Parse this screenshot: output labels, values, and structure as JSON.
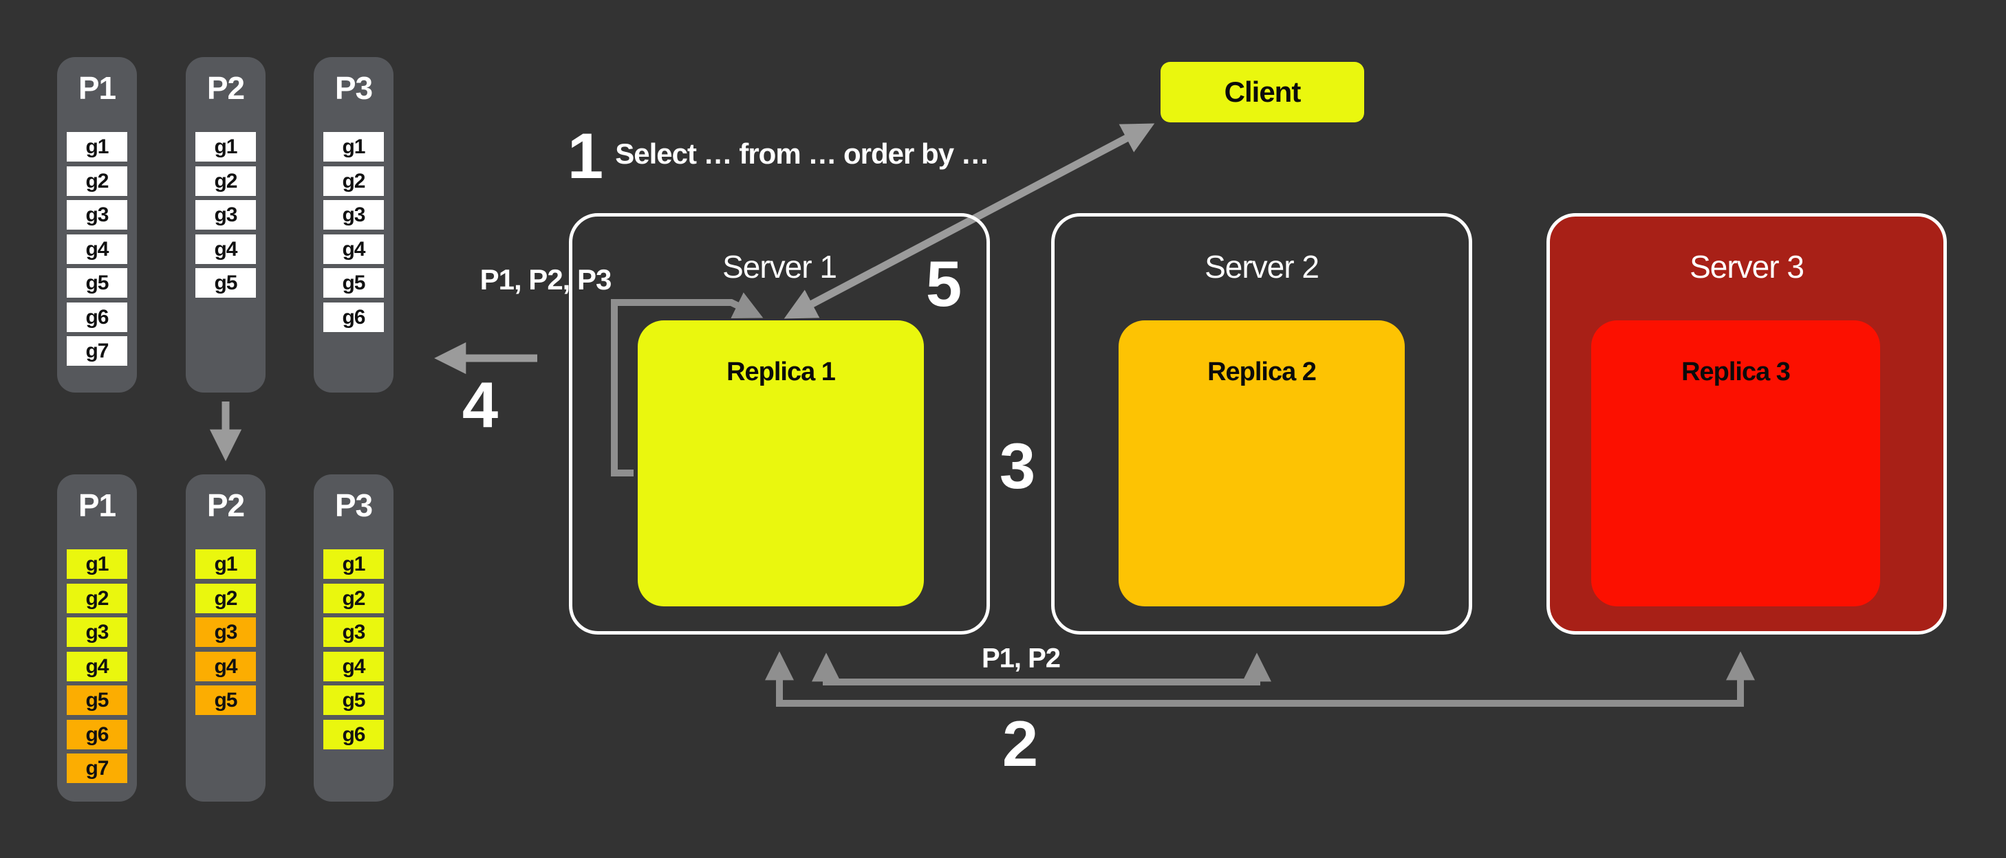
{
  "diagram": {
    "colors": {
      "background": "#333333",
      "panel_gray": "#56585C",
      "yellow": "#EAF70E",
      "orange_amber": "#FDC303",
      "orange_deep": "#FCAD01",
      "dark_red": "#A82017",
      "red": "#FC1000",
      "arrow_light": "#9B9B9B",
      "arrow_mid": "#8F8F8F"
    },
    "client": {
      "label": "Client"
    },
    "steps": {
      "step1": {
        "number": "1",
        "query": "Select … from … order by …"
      },
      "step2": {
        "number": "2",
        "partitions_label": "P1, P2"
      },
      "step3": {
        "number": "3"
      },
      "step4": {
        "number": "4",
        "partitions_label": "P1, P2, P3"
      },
      "step5": {
        "number": "5"
      }
    },
    "servers": [
      {
        "name": "Server 1",
        "replica": "Replica 1"
      },
      {
        "name": "Server 2",
        "replica": "Replica 2"
      },
      {
        "name": "Server 3",
        "replica": "Replica 3"
      }
    ],
    "partition_groups": {
      "before": [
        {
          "name": "P1",
          "groups": [
            "g1",
            "g2",
            "g3",
            "g4",
            "g5",
            "g6",
            "g7"
          ]
        },
        {
          "name": "P2",
          "groups": [
            "g1",
            "g2",
            "g3",
            "g4",
            "g5"
          ]
        },
        {
          "name": "P3",
          "groups": [
            "g1",
            "g2",
            "g3",
            "g4",
            "g5",
            "g6"
          ]
        }
      ],
      "after": [
        {
          "name": "P1",
          "groups": [
            {
              "label": "g1",
              "tone": "yellow"
            },
            {
              "label": "g2",
              "tone": "yellow"
            },
            {
              "label": "g3",
              "tone": "yellow"
            },
            {
              "label": "g4",
              "tone": "yellow"
            },
            {
              "label": "g5",
              "tone": "orange"
            },
            {
              "label": "g6",
              "tone": "orange"
            },
            {
              "label": "g7",
              "tone": "orange"
            }
          ]
        },
        {
          "name": "P2",
          "groups": [
            {
              "label": "g1",
              "tone": "yellow"
            },
            {
              "label": "g2",
              "tone": "yellow"
            },
            {
              "label": "g3",
              "tone": "orange"
            },
            {
              "label": "g4",
              "tone": "orange"
            },
            {
              "label": "g5",
              "tone": "orange"
            }
          ]
        },
        {
          "name": "P3",
          "groups": [
            {
              "label": "g1",
              "tone": "yellow"
            },
            {
              "label": "g2",
              "tone": "yellow"
            },
            {
              "label": "g3",
              "tone": "yellow"
            },
            {
              "label": "g4",
              "tone": "yellow"
            },
            {
              "label": "g5",
              "tone": "yellow"
            },
            {
              "label": "g6",
              "tone": "yellow"
            }
          ]
        }
      ]
    }
  }
}
